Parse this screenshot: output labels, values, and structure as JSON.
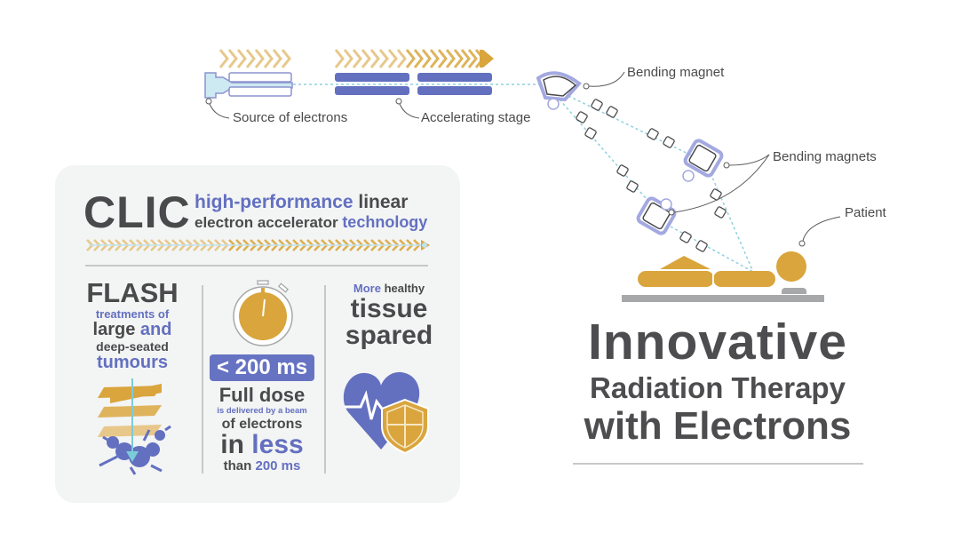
{
  "colors": {
    "gold": "#d9a53c",
    "blue": "#6370c0",
    "dark_text": "#4a4a4c",
    "beam_cyan": "#8fd0df",
    "card_bg": "#f3f4f4",
    "grey": "#a7a8aa"
  },
  "diagram": {
    "labels": {
      "source": "Source of electrons",
      "accelerating": "Accelerating stage",
      "bending_magnet": "Bending magnet",
      "bending_magnets": "Bending magnets",
      "patient": "Patient"
    }
  },
  "card": {
    "brand": "CLIC",
    "subtitle_line1_a": "high-performance",
    "subtitle_line1_b": " linear",
    "subtitle_line2_a": "electron accelerator ",
    "subtitle_line2_b": "technology",
    "col1": {
      "l1": "FLASH",
      "l2": "treatments of",
      "l3a": "large ",
      "l3b": "and",
      "l4": "deep-seated",
      "l5": "tumours"
    },
    "col2": {
      "badge": "< 200 ms",
      "l1": "Full dose",
      "l2": "is delivered by a beam",
      "l3": "of electrons",
      "l4a": "in ",
      "l4b": "less",
      "l5a": "than ",
      "l5b": "200 ms"
    },
    "col3": {
      "l1a": "More",
      "l1b": " healthy",
      "l2": "tissue",
      "l3": "spared"
    }
  },
  "headline": {
    "line1": "Innovative",
    "line2": "Radiation Therapy",
    "line3": "with Electrons"
  }
}
